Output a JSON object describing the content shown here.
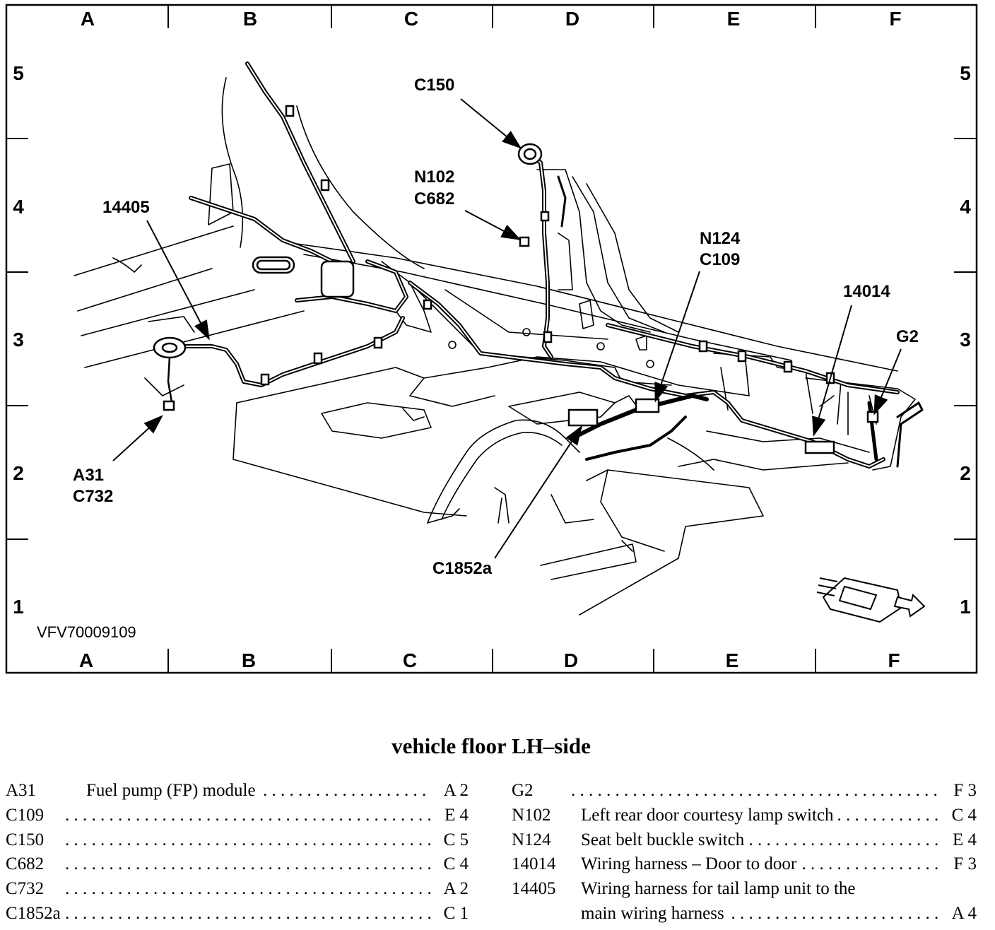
{
  "grid": {
    "columns": [
      "A",
      "B",
      "C",
      "D",
      "E",
      "F"
    ],
    "rows": [
      "5",
      "4",
      "3",
      "2",
      "1"
    ]
  },
  "figure_id": "VFV70009109",
  "callouts": {
    "c150": "C150",
    "n102": "N102",
    "c682": "C682",
    "h14405": "14405",
    "n124": "N124",
    "c109": "C109",
    "h14014": "14014",
    "g2": "G2",
    "a31": "A31",
    "c732": "C732",
    "c1852a": "C1852a"
  },
  "caption": "vehicle floor LH–side",
  "legend_left": [
    {
      "code": "A31",
      "desc": "Fuel pump (FP) module",
      "loc": "A 2"
    },
    {
      "code": "C109",
      "desc": "",
      "loc": "E 4"
    },
    {
      "code": "C150",
      "desc": "",
      "loc": "C 5"
    },
    {
      "code": "C682",
      "desc": "",
      "loc": "C 4"
    },
    {
      "code": "C732",
      "desc": "",
      "loc": "A 2"
    },
    {
      "code": "C1852a",
      "desc": "",
      "loc": "C 1"
    }
  ],
  "legend_right": [
    {
      "code": "G2",
      "desc": "",
      "loc": "F 3"
    },
    {
      "code": "N102",
      "desc": "Left rear door courtesy lamp switch",
      "loc": "C 4"
    },
    {
      "code": "N124",
      "desc": "Seat belt buckle switch",
      "loc": "E 4"
    },
    {
      "code": "14014",
      "desc": "Wiring harness – Door to door",
      "loc": "F 3"
    },
    {
      "code": "14405",
      "desc": "Wiring harness for tail lamp unit to the",
      "loc": ""
    },
    {
      "code": "",
      "desc": "main wiring harness",
      "loc": "A 4"
    }
  ]
}
